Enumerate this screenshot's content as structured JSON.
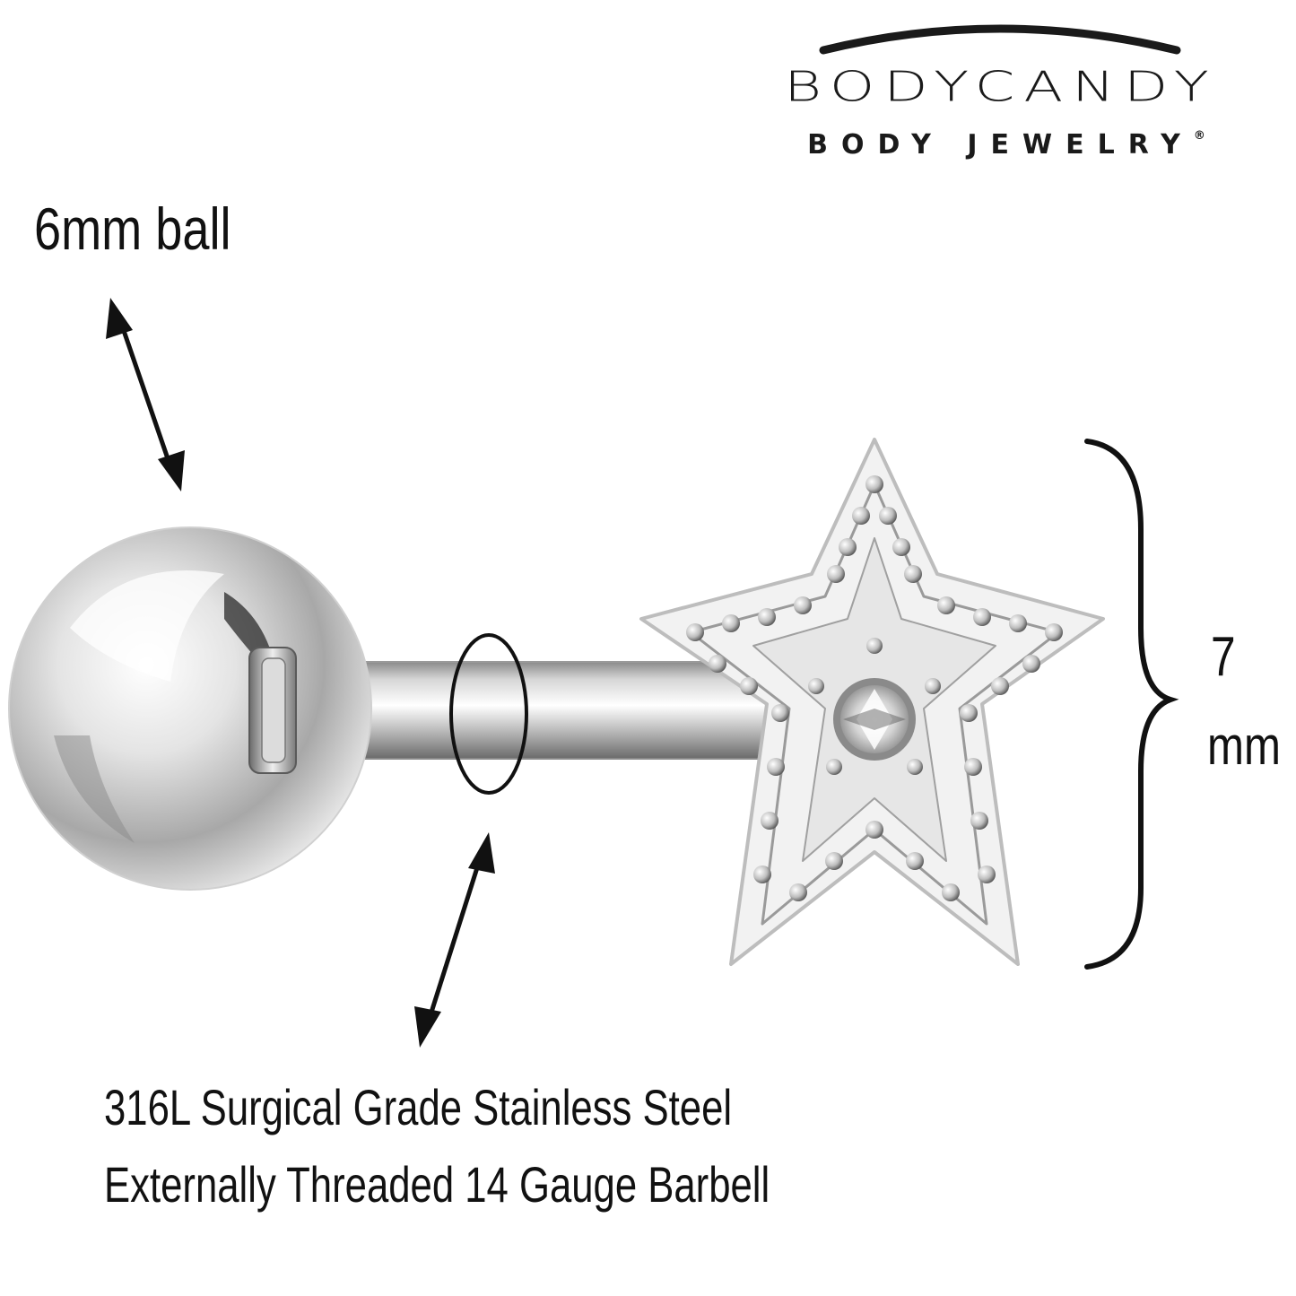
{
  "brand": {
    "name": "BODYCANDY",
    "tagline": "BODY JEWELRY",
    "registered_mark": "®"
  },
  "product": {
    "ball_size_label": "6mm ball",
    "top_height_value": "7",
    "top_height_unit": "mm",
    "material_line": "316L Surgical Grade Stainless Steel",
    "construction_line": "Externally Threaded 14 Gauge Barbell"
  },
  "icons": {
    "ball_arrow": "double-arrow-icon",
    "gauge_arrow": "double-arrow-icon",
    "gauge_ring": "ring-outline-icon",
    "height_brace": "curly-brace-icon",
    "gem": "round-gem-icon"
  },
  "colors": {
    "ink": "#111111",
    "metal_light": "#f4f4f4",
    "metal_mid": "#c8c8c8",
    "metal_dark": "#6e6e6e"
  }
}
